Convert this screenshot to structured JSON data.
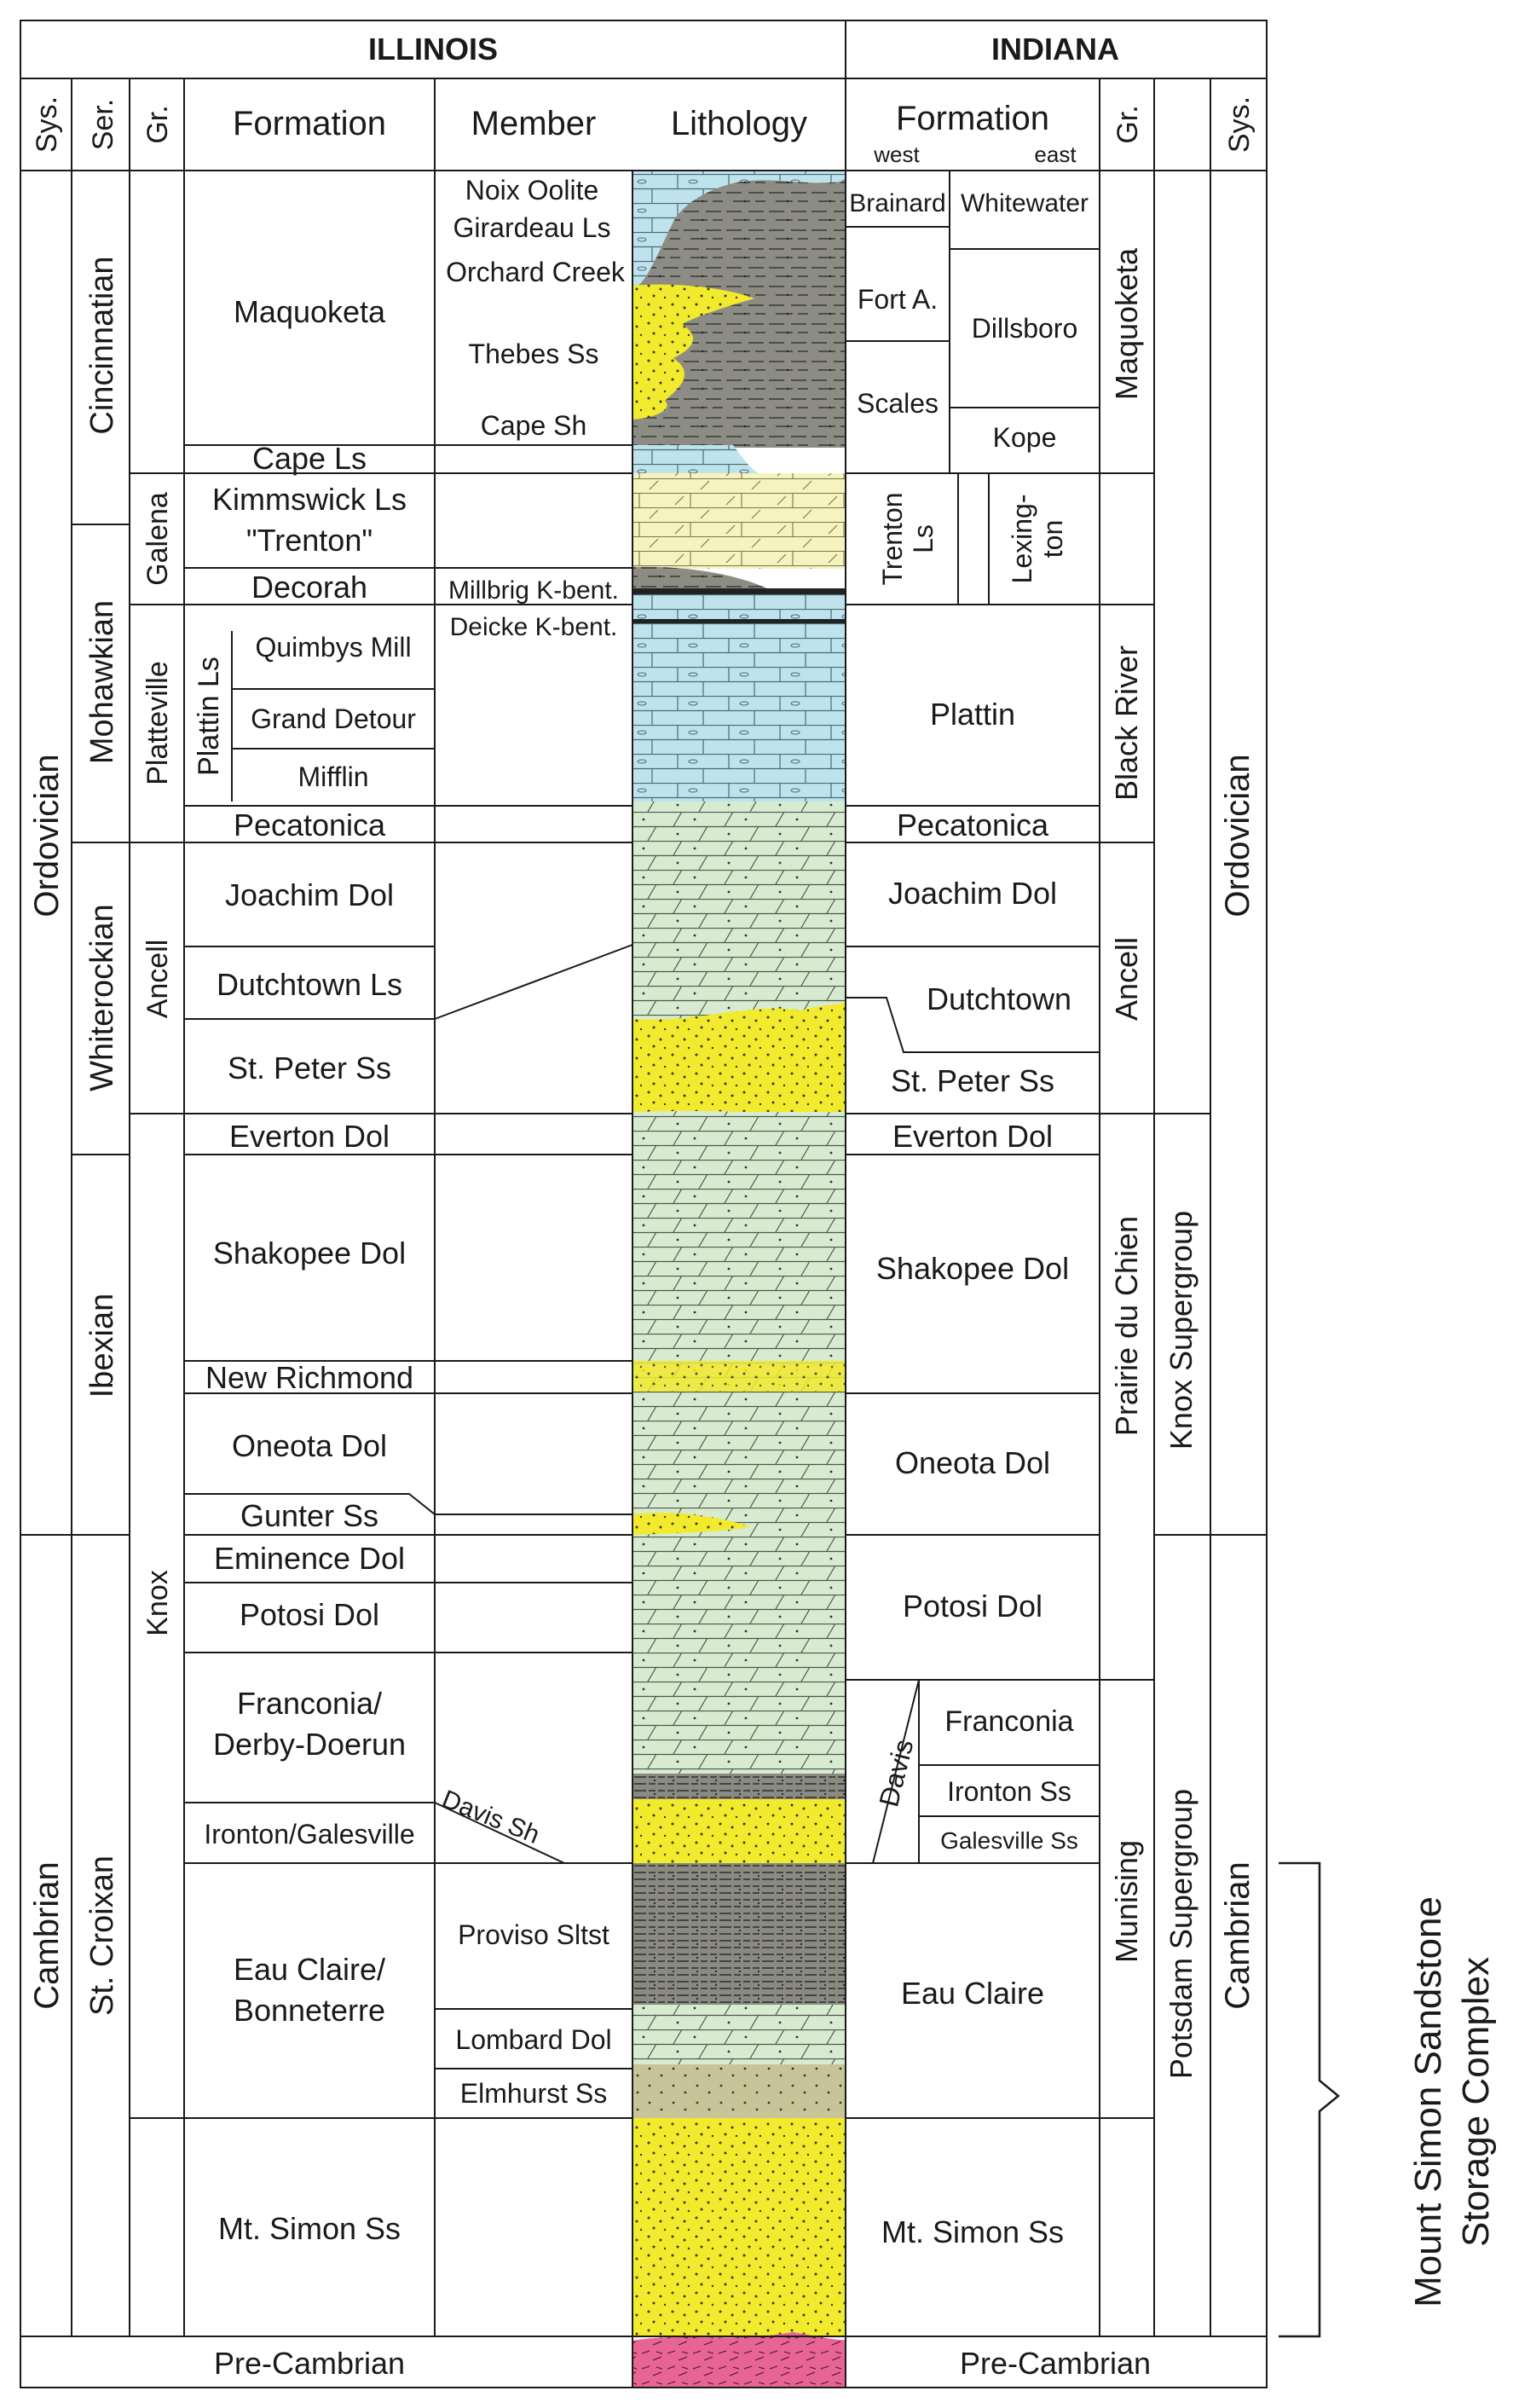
{
  "headers": {
    "illinois": "ILLINOIS",
    "indiana": "INDIANA",
    "sys": "Sys.",
    "ser": "Ser.",
    "gr": "Gr.",
    "formation": "Formation",
    "member": "Member",
    "lithology": "Lithology",
    "west": "west",
    "east": "east"
  },
  "systems": {
    "ordovician": "Ordovician",
    "cambrian": "Cambrian",
    "precambrian": "Pre-Cambrian"
  },
  "series": [
    "Cincinnatian",
    "Mohawkian",
    "Whiterockian",
    "Ibexian",
    "St. Croixan"
  ],
  "il_groups": [
    "Galena",
    "Platteville",
    "Ancell",
    "Knox"
  ],
  "plattin_subgroup": "Plattin Ls",
  "il_formations": {
    "maquoketa": "Maquoketa",
    "cape_ls": "Cape Ls",
    "kimmswick": "Kimmswick Ls",
    "trenton": "\"Trenton\"",
    "decorah": "Decorah",
    "quimbys": "Quimbys Mill",
    "grand_detour": "Grand Detour",
    "mifflin": "Mifflin",
    "pecatonica": "Pecatonica",
    "joachim": "Joachim Dol",
    "dutchtown": "Dutchtown Ls",
    "st_peter": "St. Peter  Ss",
    "everton": "Everton Dol",
    "shakopee": "Shakopee Dol",
    "new_richmond": "New Richmond",
    "oneota": "Oneota Dol",
    "gunter": "Gunter Ss",
    "eminence": "Eminence Dol",
    "potosi": "Potosi Dol",
    "franconia_1": "Franconia/",
    "franconia_2": "Derby-Doerun",
    "ironton": "Ironton/Galesville",
    "eau_claire_1": "Eau Claire/",
    "eau_claire_2": "Bonneterre",
    "mt_simon": "Mt. Simon Ss"
  },
  "il_members": {
    "noix": "Noix Oolite",
    "girardeau": "Girardeau Ls",
    "orchard": "Orchard Creek",
    "thebes": "Thebes Ss",
    "cape_sh": "Cape Sh",
    "millbrig": "Millbrig K-bent.",
    "deicke": "Deicke K-bent.",
    "davis_sh": "Davis Sh",
    "proviso": "Proviso Sltst",
    "lombard": "Lombard Dol",
    "elmhurst": "Elmhurst Ss"
  },
  "in_formations": {
    "brainard": "Brainard",
    "whitewater": "Whitewater",
    "fort_a": "Fort A.",
    "dillsboro": "Dillsboro",
    "scales": "Scales",
    "kope": "Kope",
    "trenton_1": "Trenton",
    "trenton_2": "Ls",
    "lexington_1": "Lexing-",
    "lexington_2": "ton",
    "plattin": "Plattin",
    "pecatonica": "Pecatonica",
    "joachim": "Joachim Dol",
    "dutchtown": "Dutchtown",
    "st_peter": "St. Peter  Ss",
    "everton": "Everton Dol",
    "shakopee": "Shakopee Dol",
    "oneota": "Oneota Dol",
    "potosi": "Potosi Dol",
    "davis": "Davis",
    "franconia": "Franconia",
    "ironton": "Ironton Ss",
    "galesville": "Galesville Ss",
    "eau_claire": "Eau Claire",
    "mt_simon": "Mt. Simon Ss"
  },
  "in_groups": {
    "maquoketa": "Maquoketa",
    "black_river": "Black River",
    "ancell": "Ancell",
    "prairie": "Prairie du Chien",
    "munising": "Munising",
    "knox_super": "Knox Supergroup",
    "potsdam_super": "Potsdam Supergroup"
  },
  "complex_label_1": "Mount Simon Sandstone",
  "complex_label_2": "Storage Complex",
  "colors": {
    "sandstone": "#f2ea2c",
    "shale": "#8c8c84",
    "limestone": "#bfe3ec",
    "dolomite": "#d8ead0",
    "galena": "#f6f3bf",
    "siltstone_band": "#c8c49a",
    "precambrian": "#e76595"
  }
}
